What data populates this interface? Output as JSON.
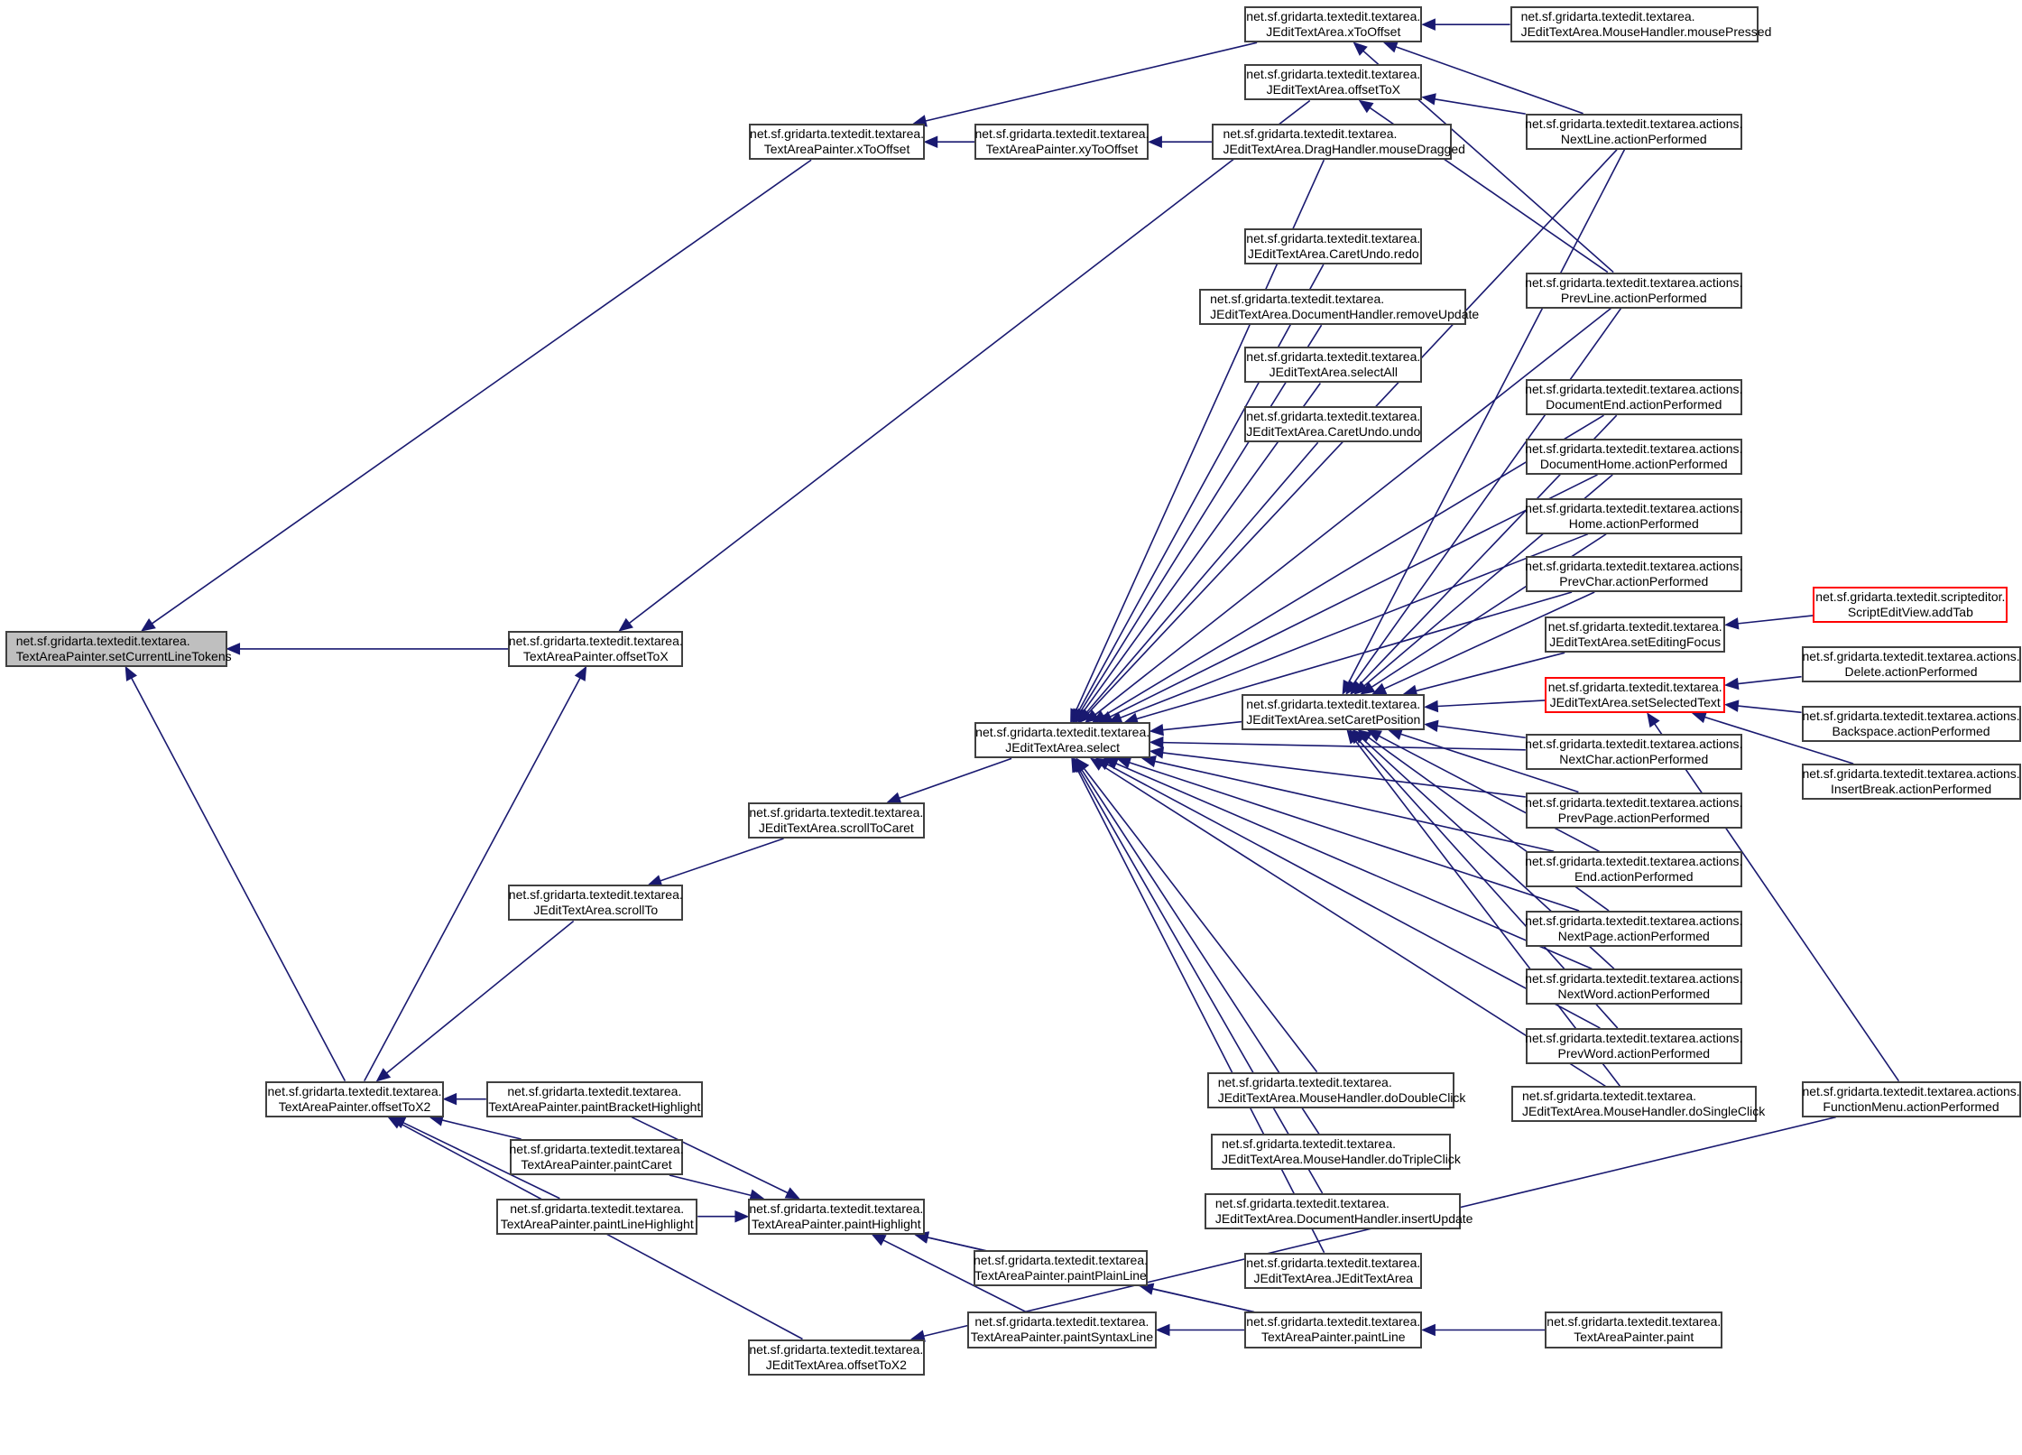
{
  "diagram": {
    "type": "call-graph",
    "edge_color": "#191970",
    "highlight_border_color": "#ff0000",
    "root_fill_color": "#bfbfbf",
    "nodes": [
      {
        "id": "n0",
        "line1": "net.sf.gridarta.textedit.textarea.",
        "line2": "TextAreaPainter.setCurrentLineTokens",
        "style": "root"
      },
      {
        "id": "n1",
        "line1": "net.sf.gridarta.textedit.textarea.",
        "line2": "TextAreaPainter.xToOffset"
      },
      {
        "id": "n2",
        "line1": "net.sf.gridarta.textedit.textarea.",
        "line2": "TextAreaPainter.offsetToX"
      },
      {
        "id": "n3",
        "line1": "net.sf.gridarta.textedit.textarea.",
        "line2": "TextAreaPainter.offsetToX2"
      },
      {
        "id": "n4",
        "line1": "net.sf.gridarta.textedit.textarea.",
        "line2": "JEditTextArea.xToOffset"
      },
      {
        "id": "n5",
        "line1": "net.sf.gridarta.textedit.textarea.",
        "line2": "TextAreaPainter.xyToOffset"
      },
      {
        "id": "n6",
        "line1": "net.sf.gridarta.textedit.textarea.",
        "line2": "JEditTextArea.offsetToX"
      },
      {
        "id": "n7",
        "line1": "net.sf.gridarta.textedit.textarea.",
        "line2": "JEditTextArea.scrollTo"
      },
      {
        "id": "n8",
        "line1": "net.sf.gridarta.textedit.textarea.",
        "line2": "TextAreaPainter.paintBracketHighlight"
      },
      {
        "id": "n9",
        "line1": "net.sf.gridarta.textedit.textarea.",
        "line2": "TextAreaPainter.paintCaret"
      },
      {
        "id": "n10",
        "line1": "net.sf.gridarta.textedit.textarea.",
        "line2": "TextAreaPainter.paintLineHighlight"
      },
      {
        "id": "n11",
        "line1": "net.sf.gridarta.textedit.textarea.",
        "line2": "JEditTextArea.offsetToX2"
      },
      {
        "id": "n12",
        "line1": "net.sf.gridarta.textedit.textarea.",
        "line2": "JEditTextArea.MouseHandler.mousePressed",
        "style": "left"
      },
      {
        "id": "n13",
        "line1": "net.sf.gridarta.textedit.textarea.actions.",
        "line2": "NextLine.actionPerformed"
      },
      {
        "id": "n14",
        "line1": "net.sf.gridarta.textedit.textarea.actions.",
        "line2": "PrevLine.actionPerformed"
      },
      {
        "id": "n15",
        "line1": "net.sf.gridarta.textedit.textarea.",
        "line2": "JEditTextArea.DragHandler.mouseDragged",
        "style": "left"
      },
      {
        "id": "n16",
        "line1": "net.sf.gridarta.textedit.textarea.",
        "line2": "JEditTextArea.scrollToCaret"
      },
      {
        "id": "n17",
        "line1": "net.sf.gridarta.textedit.textarea.",
        "line2": "JEditTextArea.select"
      },
      {
        "id": "n18",
        "line1": "net.sf.gridarta.textedit.textarea.",
        "line2": "TextAreaPainter.paintHighlight"
      },
      {
        "id": "n19",
        "line1": "net.sf.gridarta.textedit.textarea.",
        "line2": "JEditTextArea.CaretUndo.redo"
      },
      {
        "id": "n20",
        "line1": "net.sf.gridarta.textedit.textarea.",
        "line2": "JEditTextArea.DocumentHandler.removeUpdate",
        "style": "left"
      },
      {
        "id": "n21",
        "line1": "net.sf.gridarta.textedit.textarea.",
        "line2": "JEditTextArea.selectAll"
      },
      {
        "id": "n22",
        "line1": "net.sf.gridarta.textedit.textarea.",
        "line2": "JEditTextArea.CaretUndo.undo"
      },
      {
        "id": "n23",
        "line1": "net.sf.gridarta.textedit.textarea.",
        "line2": "JEditTextArea.setCaretPosition"
      },
      {
        "id": "n24",
        "line1": "net.sf.gridarta.textedit.textarea.",
        "line2": "JEditTextArea.MouseHandler.doDoubleClick",
        "style": "left"
      },
      {
        "id": "n25",
        "line1": "net.sf.gridarta.textedit.textarea.",
        "line2": "JEditTextArea.MouseHandler.doTripleClick",
        "style": "left"
      },
      {
        "id": "n26",
        "line1": "net.sf.gridarta.textedit.textarea.",
        "line2": "JEditTextArea.DocumentHandler.insertUpdate",
        "style": "left"
      },
      {
        "id": "n27",
        "line1": "net.sf.gridarta.textedit.textarea.",
        "line2": "JEditTextArea.JEditTextArea"
      },
      {
        "id": "n28",
        "line1": "net.sf.gridarta.textedit.textarea.",
        "line2": "TextAreaPainter.paintPlainLine"
      },
      {
        "id": "n29",
        "line1": "net.sf.gridarta.textedit.textarea.",
        "line2": "TextAreaPainter.paintSyntaxLine"
      },
      {
        "id": "n30",
        "line1": "net.sf.gridarta.textedit.textarea.actions.",
        "line2": "DocumentEnd.actionPerformed"
      },
      {
        "id": "n31",
        "line1": "net.sf.gridarta.textedit.textarea.actions.",
        "line2": "DocumentHome.actionPerformed"
      },
      {
        "id": "n32",
        "line1": "net.sf.gridarta.textedit.textarea.actions.",
        "line2": "Home.actionPerformed"
      },
      {
        "id": "n33",
        "line1": "net.sf.gridarta.textedit.textarea.actions.",
        "line2": "PrevChar.actionPerformed"
      },
      {
        "id": "n34",
        "line1": "net.sf.gridarta.textedit.textarea.",
        "line2": "JEditTextArea.setEditingFocus"
      },
      {
        "id": "n35",
        "line1": "net.sf.gridarta.textedit.textarea.",
        "line2": "JEditTextArea.setSelectedText",
        "style": "red"
      },
      {
        "id": "n36",
        "line1": "net.sf.gridarta.textedit.textarea.actions.",
        "line2": "NextChar.actionPerformed"
      },
      {
        "id": "n37",
        "line1": "net.sf.gridarta.textedit.textarea.actions.",
        "line2": "PrevPage.actionPerformed"
      },
      {
        "id": "n38",
        "line1": "net.sf.gridarta.textedit.textarea.actions.",
        "line2": "End.actionPerformed"
      },
      {
        "id": "n39",
        "line1": "net.sf.gridarta.textedit.textarea.actions.",
        "line2": "NextPage.actionPerformed"
      },
      {
        "id": "n40",
        "line1": "net.sf.gridarta.textedit.textarea.actions.",
        "line2": "NextWord.actionPerformed"
      },
      {
        "id": "n41",
        "line1": "net.sf.gridarta.textedit.textarea.actions.",
        "line2": "PrevWord.actionPerformed"
      },
      {
        "id": "n42",
        "line1": "net.sf.gridarta.textedit.textarea.",
        "line2": "JEditTextArea.MouseHandler.doSingleClick",
        "style": "left"
      },
      {
        "id": "n43",
        "line1": "net.sf.gridarta.textedit.textarea.",
        "line2": "TextAreaPainter.paintLine"
      },
      {
        "id": "n44",
        "line1": "net.sf.gridarta.textedit.textarea.",
        "line2": "TextAreaPainter.paint"
      },
      {
        "id": "n45",
        "line1": "net.sf.gridarta.textedit.scripteditor.",
        "line2": "ScriptEditView.addTab",
        "style": "red"
      },
      {
        "id": "n46",
        "line1": "net.sf.gridarta.textedit.textarea.actions.",
        "line2": "Delete.actionPerformed"
      },
      {
        "id": "n47",
        "line1": "net.sf.gridarta.textedit.textarea.actions.",
        "line2": "Backspace.actionPerformed"
      },
      {
        "id": "n48",
        "line1": "net.sf.gridarta.textedit.textarea.actions.",
        "line2": "InsertBreak.actionPerformed"
      },
      {
        "id": "n49",
        "line1": "net.sf.gridarta.textedit.textarea.actions.",
        "line2": "FunctionMenu.actionPerformed"
      }
    ],
    "edges": [
      [
        "n1",
        "n0"
      ],
      [
        "n2",
        "n0"
      ],
      [
        "n3",
        "n0"
      ],
      [
        "n4",
        "n1"
      ],
      [
        "n5",
        "n1"
      ],
      [
        "n6",
        "n2"
      ],
      [
        "n3",
        "n2"
      ],
      [
        "n7",
        "n3"
      ],
      [
        "n8",
        "n3"
      ],
      [
        "n9",
        "n3"
      ],
      [
        "n10",
        "n3"
      ],
      [
        "n11",
        "n3"
      ],
      [
        "n12",
        "n4"
      ],
      [
        "n13",
        "n4"
      ],
      [
        "n14",
        "n4"
      ],
      [
        "n15",
        "n5"
      ],
      [
        "n13",
        "n6"
      ],
      [
        "n14",
        "n6"
      ],
      [
        "n16",
        "n7"
      ],
      [
        "n8",
        "n18"
      ],
      [
        "n9",
        "n18"
      ],
      [
        "n10",
        "n18"
      ],
      [
        "n17",
        "n16"
      ],
      [
        "n15",
        "n17"
      ],
      [
        "n13",
        "n17"
      ],
      [
        "n19",
        "n17"
      ],
      [
        "n20",
        "n17"
      ],
      [
        "n21",
        "n17"
      ],
      [
        "n22",
        "n17"
      ],
      [
        "n14",
        "n17"
      ],
      [
        "n30",
        "n17"
      ],
      [
        "n31",
        "n17"
      ],
      [
        "n32",
        "n17"
      ],
      [
        "n33",
        "n17"
      ],
      [
        "n23",
        "n17"
      ],
      [
        "n36",
        "n17"
      ],
      [
        "n37",
        "n17"
      ],
      [
        "n38",
        "n17"
      ],
      [
        "n39",
        "n17"
      ],
      [
        "n40",
        "n17"
      ],
      [
        "n41",
        "n17"
      ],
      [
        "n24",
        "n17"
      ],
      [
        "n25",
        "n17"
      ],
      [
        "n26",
        "n17"
      ],
      [
        "n27",
        "n17"
      ],
      [
        "n42",
        "n17"
      ],
      [
        "n13",
        "n23"
      ],
      [
        "n14",
        "n23"
      ],
      [
        "n30",
        "n23"
      ],
      [
        "n31",
        "n23"
      ],
      [
        "n32",
        "n23"
      ],
      [
        "n33",
        "n23"
      ],
      [
        "n34",
        "n23"
      ],
      [
        "n35",
        "n23"
      ],
      [
        "n36",
        "n23"
      ],
      [
        "n37",
        "n23"
      ],
      [
        "n38",
        "n23"
      ],
      [
        "n39",
        "n23"
      ],
      [
        "n40",
        "n23"
      ],
      [
        "n41",
        "n23"
      ],
      [
        "n42",
        "n23"
      ],
      [
        "n45",
        "n34"
      ],
      [
        "n46",
        "n35"
      ],
      [
        "n47",
        "n35"
      ],
      [
        "n48",
        "n35"
      ],
      [
        "n49",
        "n35"
      ],
      [
        "n28",
        "n18"
      ],
      [
        "n29",
        "n18"
      ],
      [
        "n43",
        "n18"
      ],
      [
        "n43",
        "n28"
      ],
      [
        "n43",
        "n29"
      ],
      [
        "n44",
        "n43"
      ],
      [
        "n49",
        "n11"
      ]
    ]
  }
}
